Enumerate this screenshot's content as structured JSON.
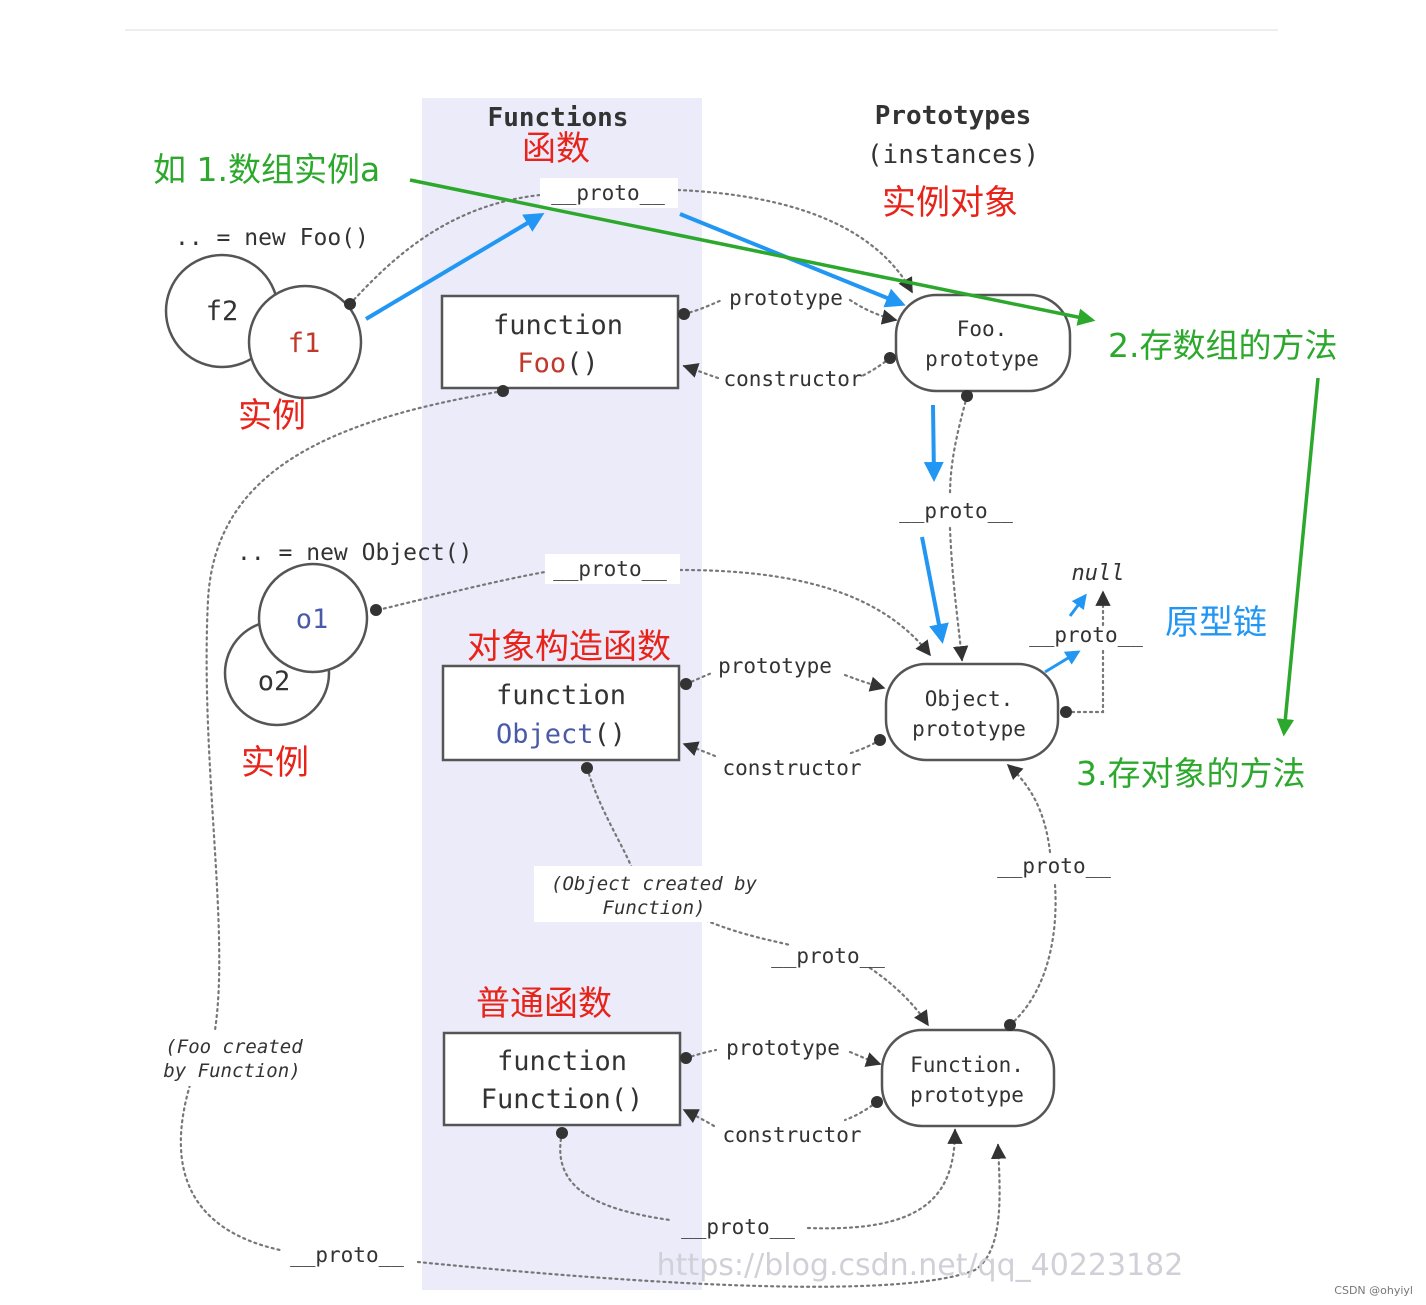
{
  "headers": {
    "functions": "Functions",
    "prototypes_line1": "Prototypes",
    "prototypes_line2": "(instances)"
  },
  "instances": {
    "new_foo": ".. = new Foo()",
    "f2": "f2",
    "f1": "f1",
    "new_object": ".. = new Object()",
    "o1": "o1",
    "o2": "o2"
  },
  "functions": {
    "foo": {
      "line1": "function",
      "line2": "Foo()",
      "name": "Foo",
      "parens": "()"
    },
    "object": {
      "line1": "function",
      "line2": "Object()",
      "name": "Object",
      "parens": "()"
    },
    "function": {
      "line1": "function",
      "line2": "Function()"
    }
  },
  "prototypes": {
    "foo": {
      "line1": "Foo.",
      "line2": "prototype"
    },
    "object": {
      "line1": "Object.",
      "line2": "prototype"
    },
    "function": {
      "line1": "Function.",
      "line2": "prototype"
    },
    "null": "null"
  },
  "edge_labels": {
    "proto": "__proto__",
    "prototype": "prototype",
    "constructor": "constructor",
    "object_created_line1": "(Object created by",
    "object_created_line2": "Function)",
    "foo_created_line1": "(Foo created",
    "foo_created_line2": "by Function)"
  },
  "annotations": {
    "functions_cn": "函数",
    "instances_cn": "实例对象",
    "instance_cn": "实例",
    "object_ctor_cn": "对象构造函数",
    "plain_func_cn": "普通函数",
    "proto_chain_cn": "原型链",
    "step1": "如 1.数组实例a",
    "step2": "2.存数组的方法",
    "step3": "3.存对象的方法"
  },
  "colors": {
    "red": "#e8231a",
    "green": "#2ca82c",
    "blue": "#2196f3",
    "band": "#ebebfa",
    "foo_red": "#c0392b",
    "object_blue": "#4a5aa8"
  },
  "watermark": "https://blog.csdn.net/qq_40223182",
  "credit": "CSDN @ohyiyl"
}
